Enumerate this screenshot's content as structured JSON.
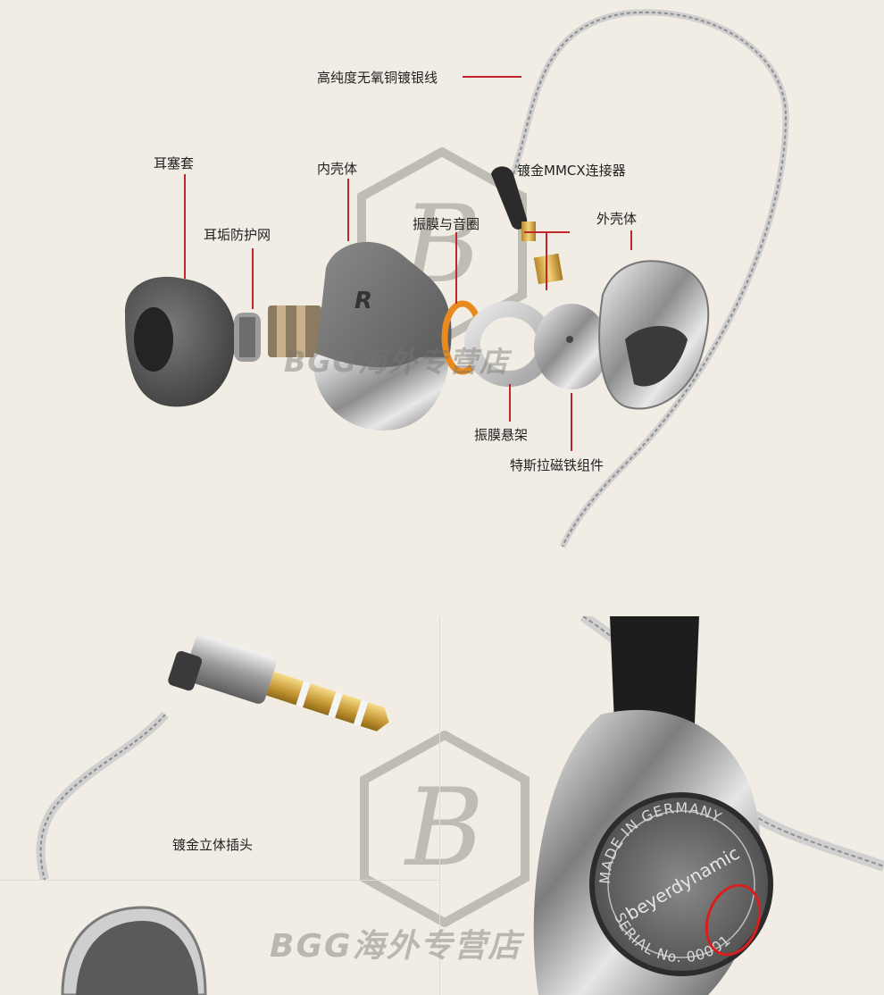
{
  "labels": {
    "cable": "高纯度无氧铜镀银线",
    "ear_tip": "耳塞套",
    "inner_shell": "内壳体",
    "mmcx": "镀金MMCX连接器",
    "wax_guard": "耳垢防护网",
    "diaphragm_coil": "振膜与音圈",
    "outer_shell": "外壳体",
    "suspension": "振膜悬架",
    "tesla_magnet": "特斯拉磁铁组件",
    "plug": "镀金立体插头"
  },
  "watermark": {
    "text_top": "BGG海外专营店",
    "text_bottom": "BGG海外专营店",
    "logo_letter": "B"
  },
  "engravings": {
    "made_in": "MADE IN GERMANY",
    "brand": "beyerdynamic",
    "serial": "SERIAL No. 00001",
    "side_letter": "R"
  },
  "colors": {
    "background": "#f1ede4",
    "leader_line": "#c0262c",
    "highlight_circle": "#d81e1e"
  }
}
